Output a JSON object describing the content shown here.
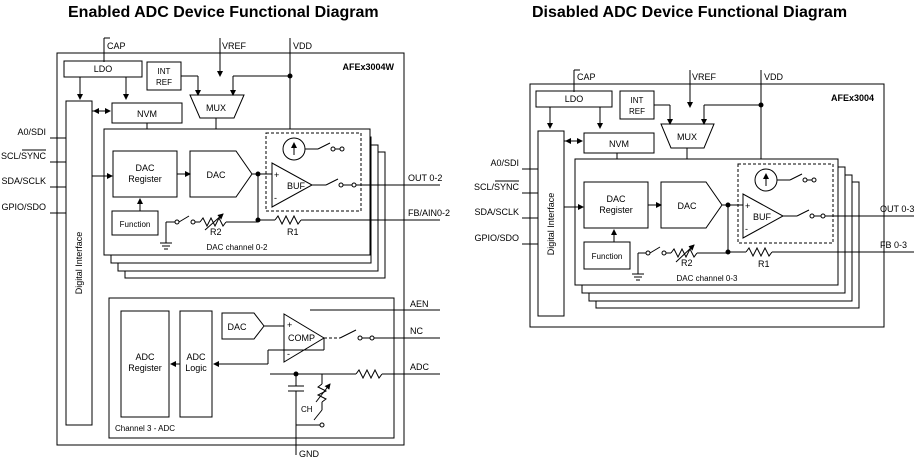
{
  "titles": {
    "enabled": "Enabled ADC Device Functional Diagram",
    "disabled": "Disabled ADC Device Functional Diagram"
  },
  "enabled": {
    "device": "AFEx3004W",
    "cap": "CAP",
    "vref": "VREF",
    "vdd": "VDD",
    "ldo": "LDO",
    "int_ref": [
      "INT",
      "REF"
    ],
    "mux": "MUX",
    "nvm": "NVM",
    "digital_interface": "Digital Interface",
    "pins_left": [
      "A0/SDI",
      "SCL/SYNC",
      "SDA/SCLK",
      "GPIO/SDO"
    ],
    "dac_register": [
      "DAC",
      "Register"
    ],
    "dac": "DAC",
    "buf": "BUF",
    "function": "Function",
    "r1": "R1",
    "r2": "R2",
    "out": "OUT 0-2",
    "fb": "FB/AIN0-2",
    "dac_channel": "DAC channel 0-2",
    "aen": "AEN",
    "nc": "NC",
    "adc_pin": "ADC",
    "gnd": "GND",
    "adc_register": [
      "ADC",
      "Register"
    ],
    "adc_logic": [
      "ADC",
      "Logic"
    ],
    "adc_dac": "DAC",
    "comp": "COMP",
    "plus": "+",
    "minus": "-",
    "ch": "CH",
    "channel3": "Channel 3 - ADC"
  },
  "disabled": {
    "device": "AFEx3004",
    "cap": "CAP",
    "vref": "VREF",
    "vdd": "VDD",
    "ldo": "LDO",
    "int_ref": [
      "INT",
      "REF"
    ],
    "mux": "MUX",
    "nvm": "NVM",
    "digital_interface": "Digital Interface",
    "pins_left": [
      "A0/SDI",
      "SCL/SYNC",
      "SDA/SCLK",
      "GPIO/SDO"
    ],
    "dac_register": [
      "DAC",
      "Register"
    ],
    "dac": "DAC",
    "buf": "BUF",
    "function": "Function",
    "r1": "R1",
    "r2": "R2",
    "out": "OUT 0-3",
    "fb": "FB 0-3",
    "dac_channel": "DAC channel 0-3",
    "plus": "+",
    "minus": "-"
  }
}
